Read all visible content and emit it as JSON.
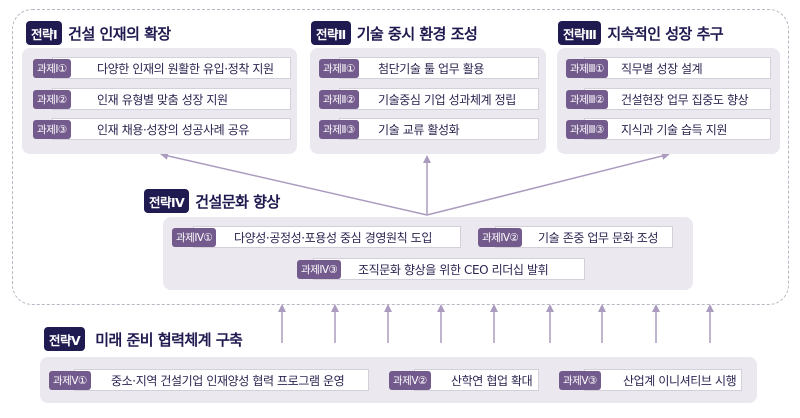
{
  "strategies": [
    {
      "badge": "전략Ⅰ",
      "title": "건설 인재의 확장",
      "tasks": [
        {
          "tag": "과제Ⅰ①",
          "text": "다양한 인재의 원활한 유입·정착 지원"
        },
        {
          "tag": "과제Ⅰ②",
          "text": "인재 유형별 맞춤 성장 지원"
        },
        {
          "tag": "과제Ⅰ③",
          "text": "인재 채용·성장의 성공사례 공유"
        }
      ]
    },
    {
      "badge": "전략Ⅱ",
      "title": "기술 중시 환경 조성",
      "tasks": [
        {
          "tag": "과제Ⅱ①",
          "text": "첨단기술 툴 업무 활용"
        },
        {
          "tag": "과제Ⅱ②",
          "text": "기술중심 기업 성과체계 정립"
        },
        {
          "tag": "과제Ⅱ③",
          "text": "기술 교류 활성화"
        }
      ]
    },
    {
      "badge": "전략Ⅲ",
      "title": "지속적인 성장 추구",
      "tasks": [
        {
          "tag": "과제Ⅲ①",
          "text": "직무별 성장 설계"
        },
        {
          "tag": "과제Ⅲ②",
          "text": "건설현장 업무 집중도 향상"
        },
        {
          "tag": "과제Ⅲ③",
          "text": "지식과 기술 습득 지원"
        }
      ]
    },
    {
      "badge": "전략Ⅳ",
      "title": "건설문화 향상",
      "tasks": [
        {
          "tag": "과제Ⅳ①",
          "text": "다양성·공정성·포용성 중심 경영원칙 도입"
        },
        {
          "tag": "과제Ⅳ②",
          "text": "기술 존중 업무 문화 조성"
        },
        {
          "tag": "과제Ⅳ③",
          "text": "조직문화 향상을 위한 CEO 리더십 발휘"
        }
      ]
    },
    {
      "badge": "전략Ⅴ",
      "title": "미래 준비 협력체계 구축",
      "tasks": [
        {
          "tag": "과제Ⅴ①",
          "text": "중소·지역 건설기업 인재양성 협력 프로그램 운영"
        },
        {
          "tag": "과제Ⅴ②",
          "text": "산학연 협업 확대"
        },
        {
          "tag": "과제Ⅴ③",
          "text": "산업계 이니셔티브 시행"
        }
      ]
    }
  ],
  "colors": {
    "badge_bg": "#1f1a4f",
    "tag_bg": "#6d5387",
    "group_bg": "#ebe8f0",
    "arrow": "#ab9cbf",
    "dashed_border": "#b9b6c3"
  }
}
